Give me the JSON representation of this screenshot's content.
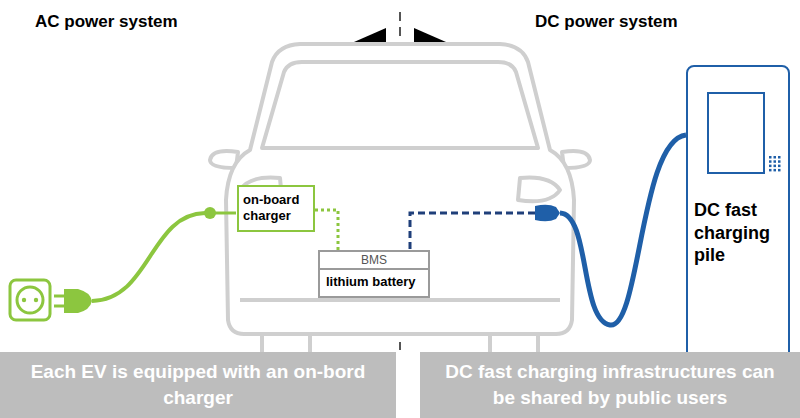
{
  "diagram": {
    "nodes": [
      {
        "text": [
          "on-board charger"
        ]
      },
      {
        "text": [
          "BMS",
          "lithium battery"
        ]
      },
      {
        "text": [
          "DC fast charging pile"
        ]
      },
      {
        "text": [
          "Each EV is equipped with an on-bord charger"
        ]
      },
      {
        "text": [
          "DC fast charging infrastructures can be shared by public users"
        ]
      }
    ],
    "edges": [
      {
        "from": 0,
        "to": 1,
        "arrow": "none"
      },
      {
        "from": 2,
        "to": 1,
        "arrow": "none"
      }
    ],
    "labels": [
      "AC power system",
      "DC power system"
    ]
  }
}
